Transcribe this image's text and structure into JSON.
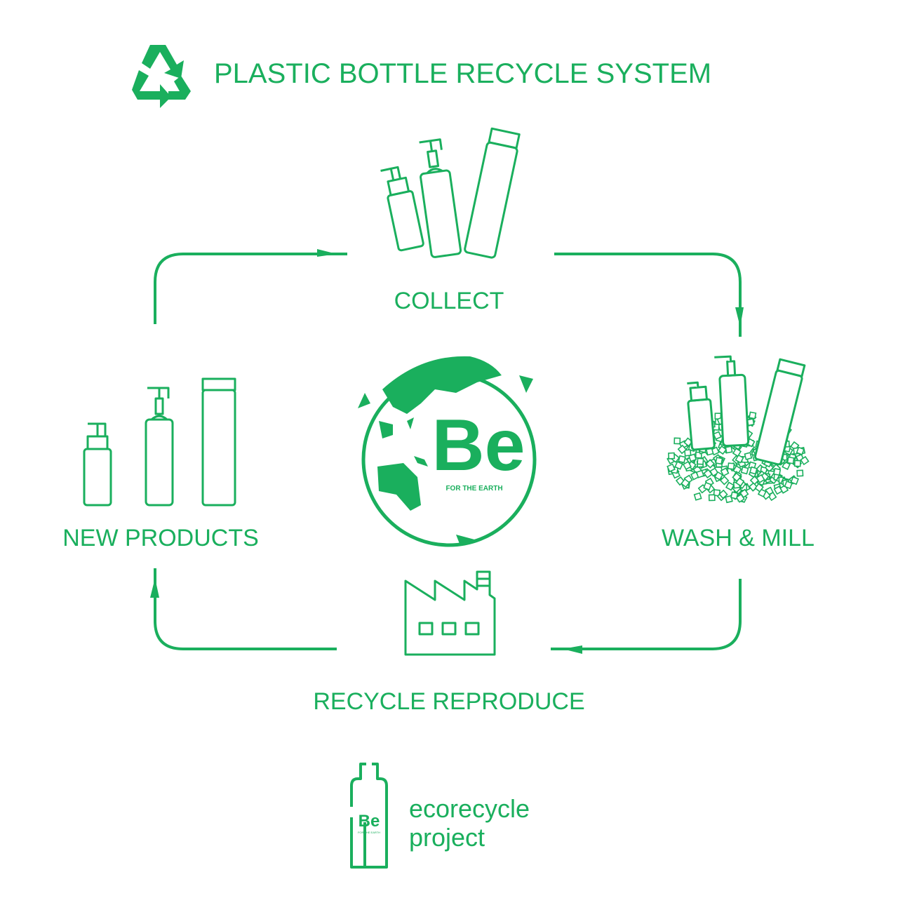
{
  "title": "PLASTIC BOTTLE RECYCLE SYSTEM",
  "steps": {
    "collect": "COLLECT",
    "wash_mill": "WASH & MILL",
    "recycle_reproduce": "RECYCLE REPRODUCE",
    "new_products": "NEW PRODUCTS"
  },
  "center_logo": {
    "mark": "Be",
    "tagline": "FOR THE EARTH"
  },
  "footer_logo": {
    "mark": "Be",
    "tagline": "FOR THE EARTH",
    "line1": "ecorecycle",
    "line2": "project"
  },
  "icons": [
    "recycle-icon",
    "bottles-icon",
    "pellets-icon",
    "factory-icon",
    "globe-icon"
  ],
  "colors": {
    "brand": "#1aaf5d"
  }
}
